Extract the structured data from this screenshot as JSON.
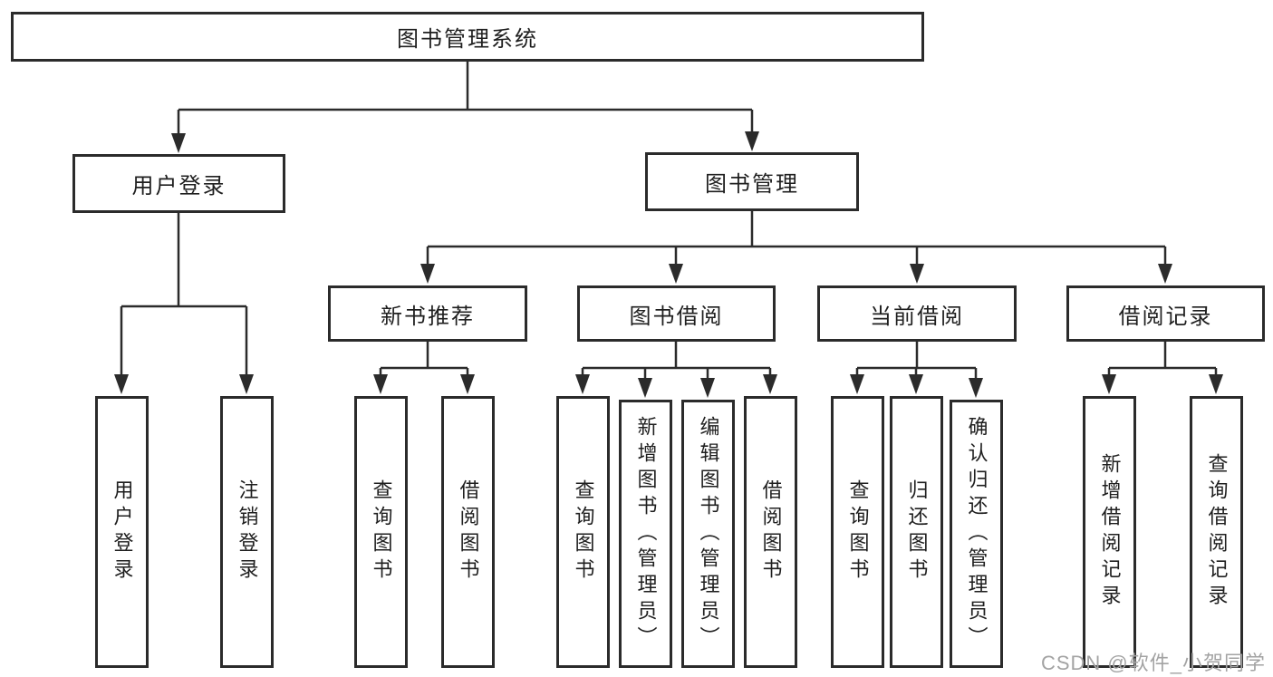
{
  "colors": {
    "background": "#ffffff",
    "box_border": "#2b2b2b",
    "connector_line": "#2b2b2b",
    "node_text": "#1f1f1f",
    "watermark_text": "#a3a3a3"
  },
  "tree": {
    "root": {
      "label": "图书管理系统"
    },
    "branches": [
      {
        "label": "用户登录",
        "children": [
          {
            "label": "用户登录"
          },
          {
            "label": "注销登录"
          }
        ]
      },
      {
        "label": "图书管理",
        "children": [
          {
            "label": "新书推荐",
            "children": [
              {
                "label": "查询图书"
              },
              {
                "label": "借阅图书"
              }
            ]
          },
          {
            "label": "图书借阅",
            "children": [
              {
                "label": "查询图书"
              },
              {
                "label": "新增图书（管理员）"
              },
              {
                "label": "编辑图书（管理员）"
              },
              {
                "label": "借阅图书"
              }
            ]
          },
          {
            "label": "当前借阅",
            "children": [
              {
                "label": "查询图书"
              },
              {
                "label": "归还图书"
              },
              {
                "label": "确认归还（管理员）"
              }
            ]
          },
          {
            "label": "借阅记录",
            "children": [
              {
                "label": "新增借阅记录"
              },
              {
                "label": "查询借阅记录"
              }
            ]
          }
        ]
      }
    ]
  },
  "watermark": {
    "text": "CSDN @软件_小贺同学"
  }
}
